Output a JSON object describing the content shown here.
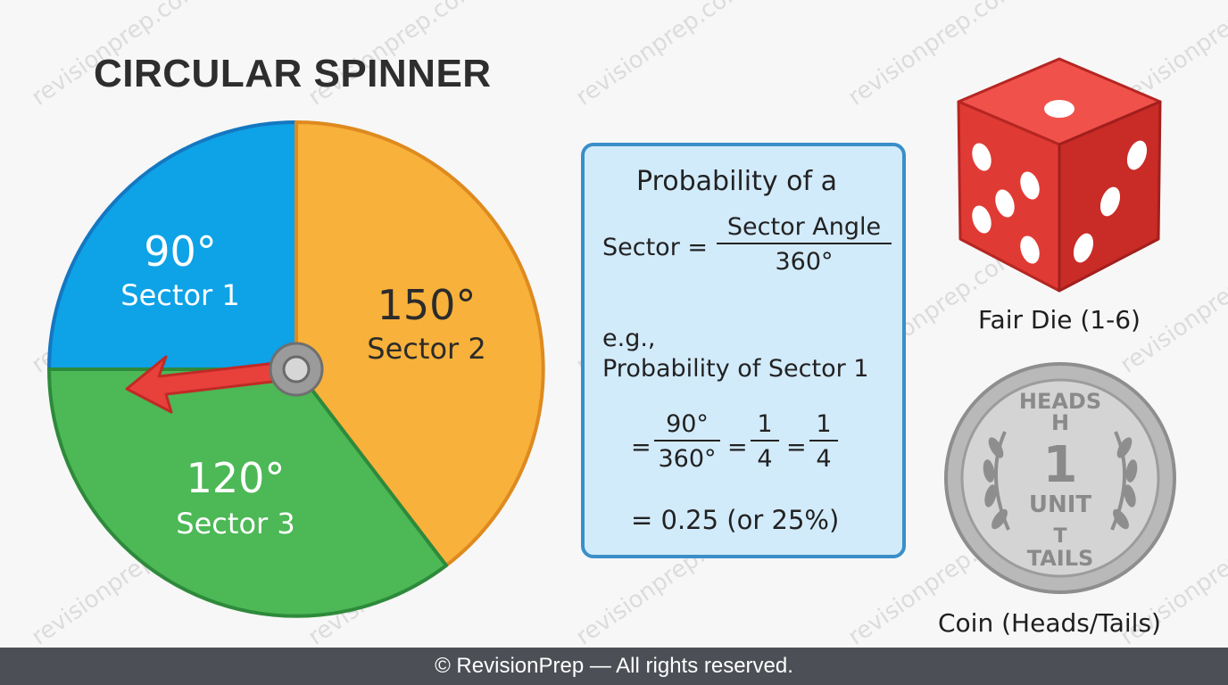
{
  "title": "CIRCULAR SPINNER",
  "spinner": {
    "sectors": [
      {
        "angle_label": "90°",
        "name": "Sector 1",
        "degrees": 90,
        "color": "#0ea2e6"
      },
      {
        "angle_label": "150°",
        "name": "Sector 2",
        "degrees": 150,
        "color": "#f8b13a"
      },
      {
        "angle_label": "120°",
        "name": "Sector 3",
        "degrees": 120,
        "color": "#4cb856"
      }
    ]
  },
  "formula": {
    "heading": "Probability of a",
    "lhs": "Sector =",
    "fraction_num": "Sector Angle",
    "fraction_den": "360°",
    "eg": "e.g.,",
    "example_line": "Probability of Sector 1",
    "eq1": "=",
    "f1_num": "90°",
    "f1_den": "360°",
    "eq2": "=",
    "f2_num": "1",
    "f2_den": "4",
    "eq3": "=",
    "f3_num": "1",
    "f3_den": "4",
    "result": "= 0.25 (or 25%)"
  },
  "die": {
    "caption": "Fair Die (1-6)",
    "color": "#e8403b"
  },
  "coin": {
    "top_text": "HEADS",
    "h_letter": "H",
    "value": "1",
    "unit": "UNIT",
    "t_letter": "T",
    "bottom_text": "TAILS",
    "caption": "Coin (Heads/Tails)"
  },
  "watermark": "revisionprep.com",
  "footer": "© RevisionPrep — All rights reserved."
}
